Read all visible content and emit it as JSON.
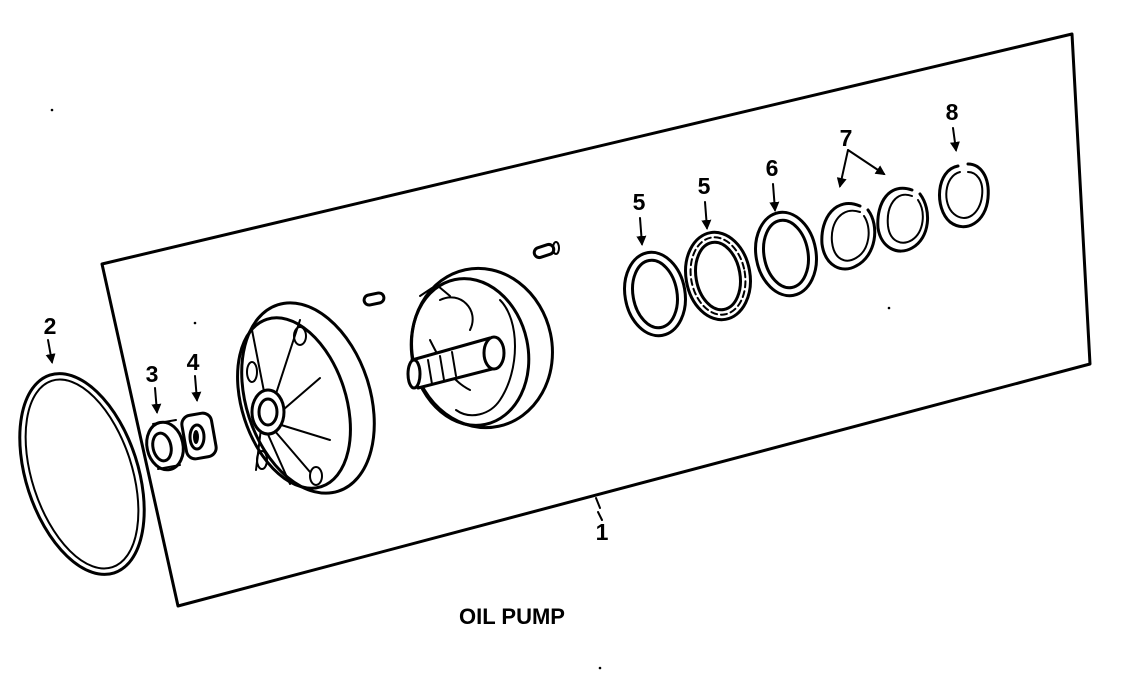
{
  "caption": "OIL PUMP",
  "callouts": {
    "c1": "1",
    "c2": "2",
    "c3": "3",
    "c4": "4",
    "c5a": "5",
    "c5b": "5",
    "c6": "6",
    "c7": "7",
    "c8": "8"
  }
}
